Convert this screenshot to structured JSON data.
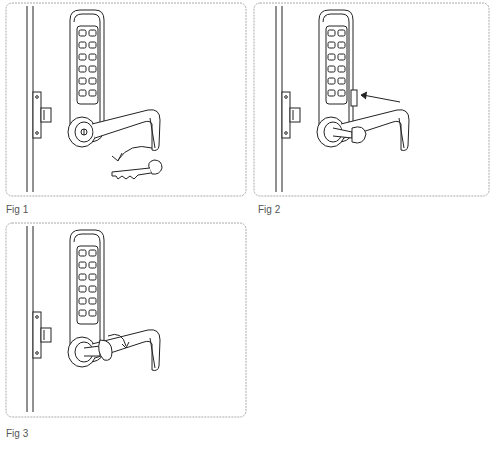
{
  "diagram": {
    "labels": [
      "Fig 1",
      "Fig 2",
      "Fig 3"
    ]
  }
}
